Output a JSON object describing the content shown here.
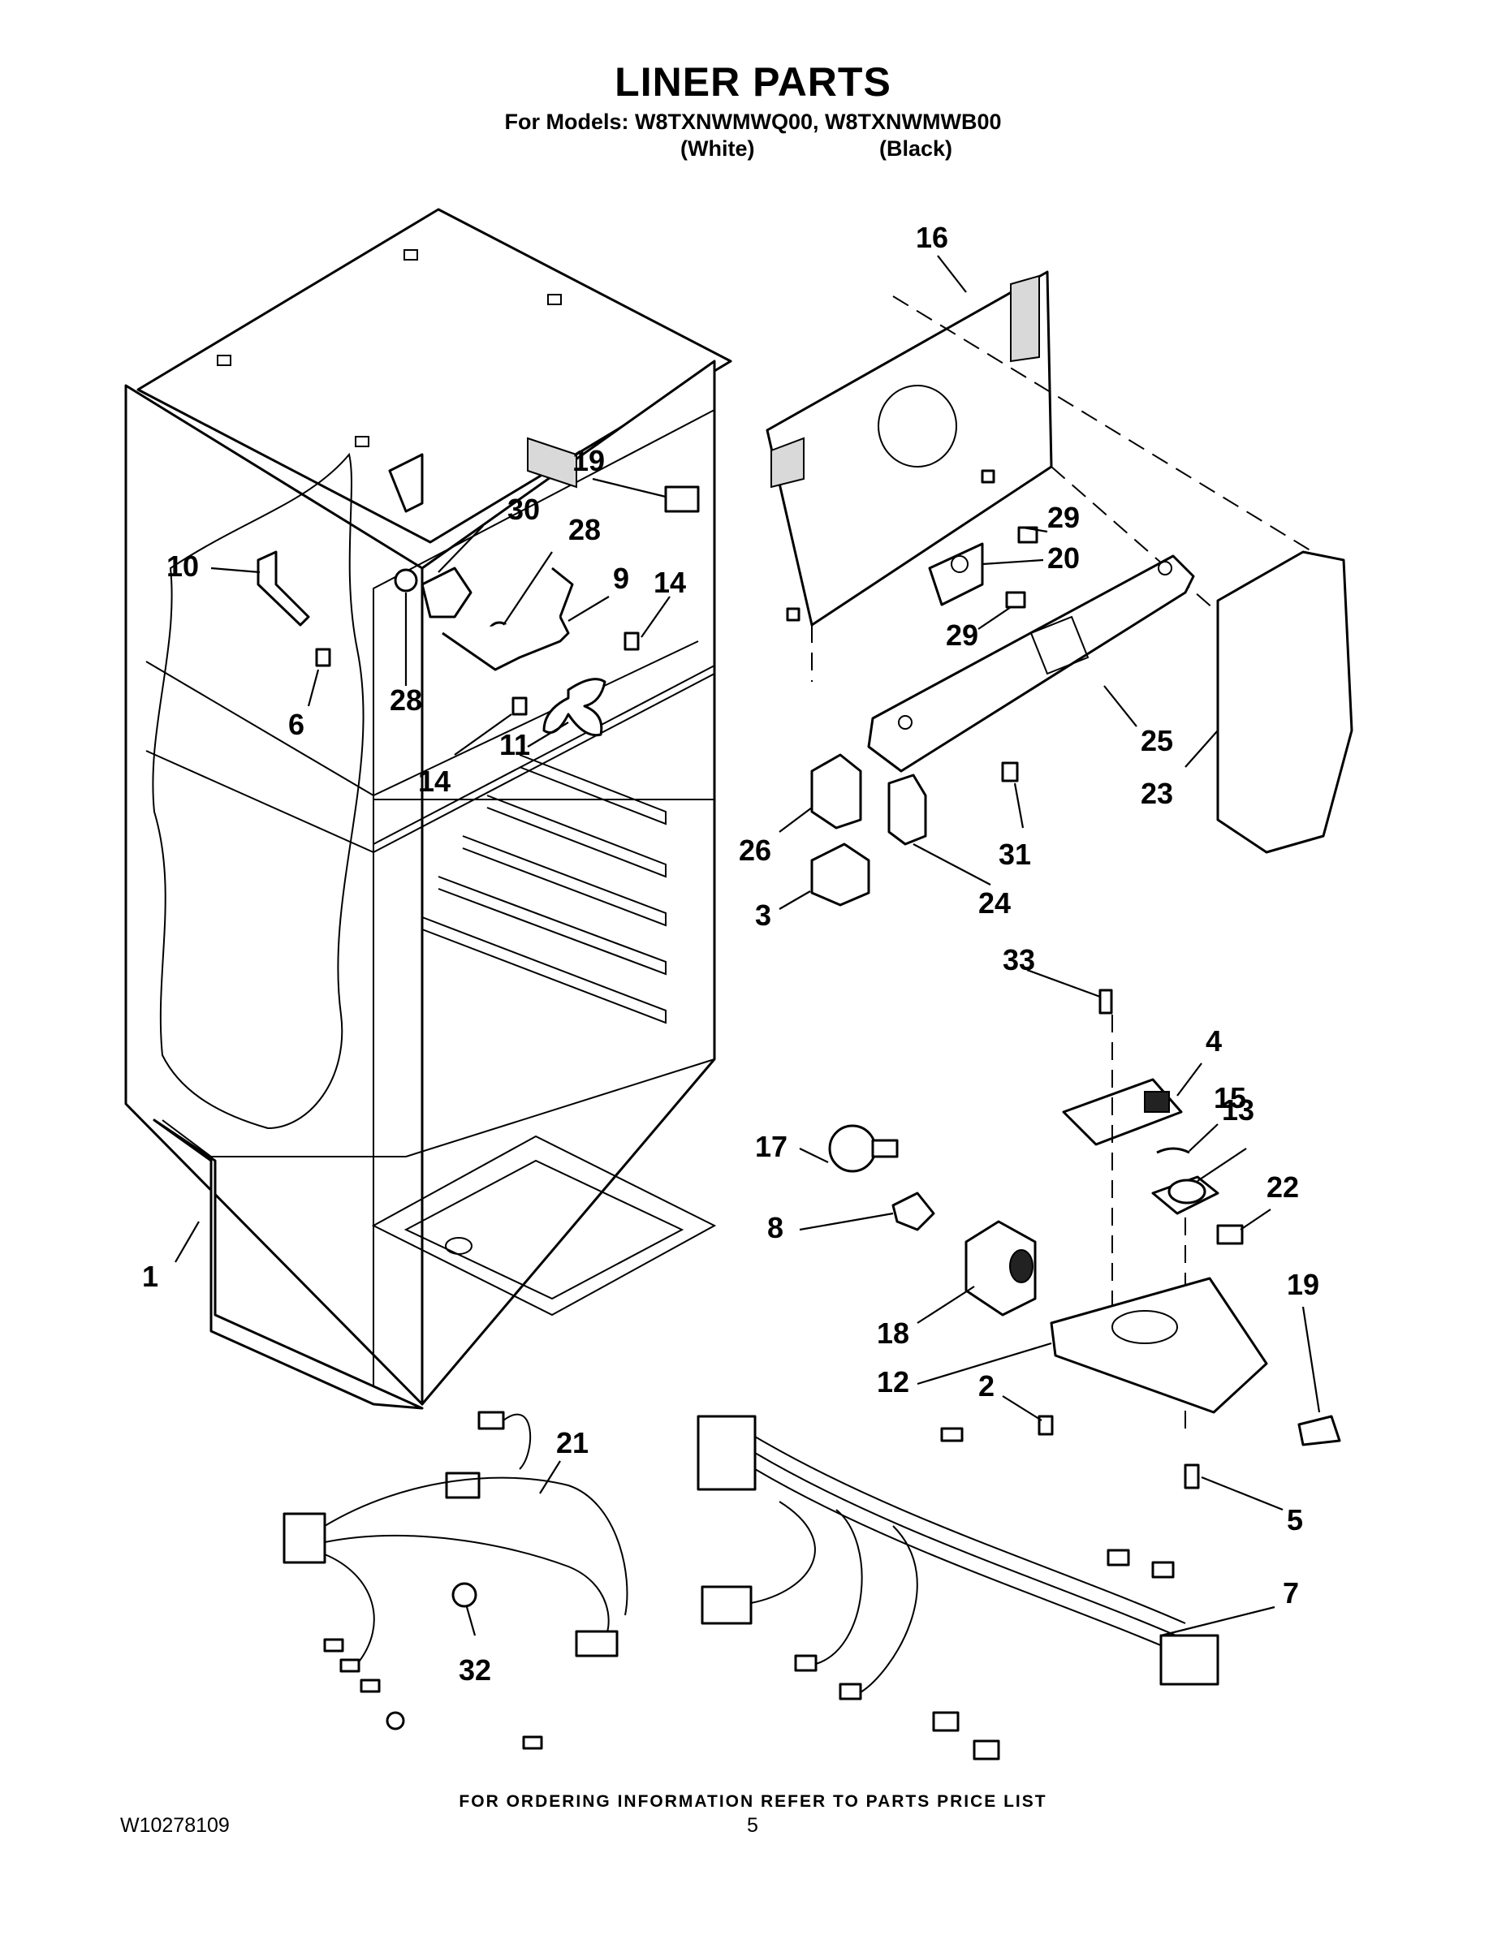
{
  "header": {
    "title": "LINER PARTS",
    "models": "For Models: W8TXNWMWQ00, W8TXNWMWB00",
    "variant_white": "(White)",
    "variant_black": "(Black)"
  },
  "footer": {
    "note": "FOR ORDERING INFORMATION REFER TO PARTS PRICE LIST",
    "doc_number": "W10278109",
    "page_number": "5"
  },
  "callouts": {
    "p1": "1",
    "p2": "2",
    "p3": "3",
    "p4": "4",
    "p5": "5",
    "p6": "6",
    "p7": "7",
    "p8": "8",
    "p9": "9",
    "p10": "10",
    "p11": "11",
    "p12": "12",
    "p13": "13",
    "p14a": "14",
    "p14b": "14",
    "p15": "15",
    "p16": "16",
    "p17": "17",
    "p18": "18",
    "p19a": "19",
    "p19b": "19",
    "p20": "20",
    "p21": "21",
    "p22": "22",
    "p23": "23",
    "p24": "24",
    "p25": "25",
    "p26": "26",
    "p28a": "28",
    "p28b": "28",
    "p29a": "29",
    "p29b": "29",
    "p30": "30",
    "p31": "31",
    "p32": "32",
    "p33": "33"
  }
}
